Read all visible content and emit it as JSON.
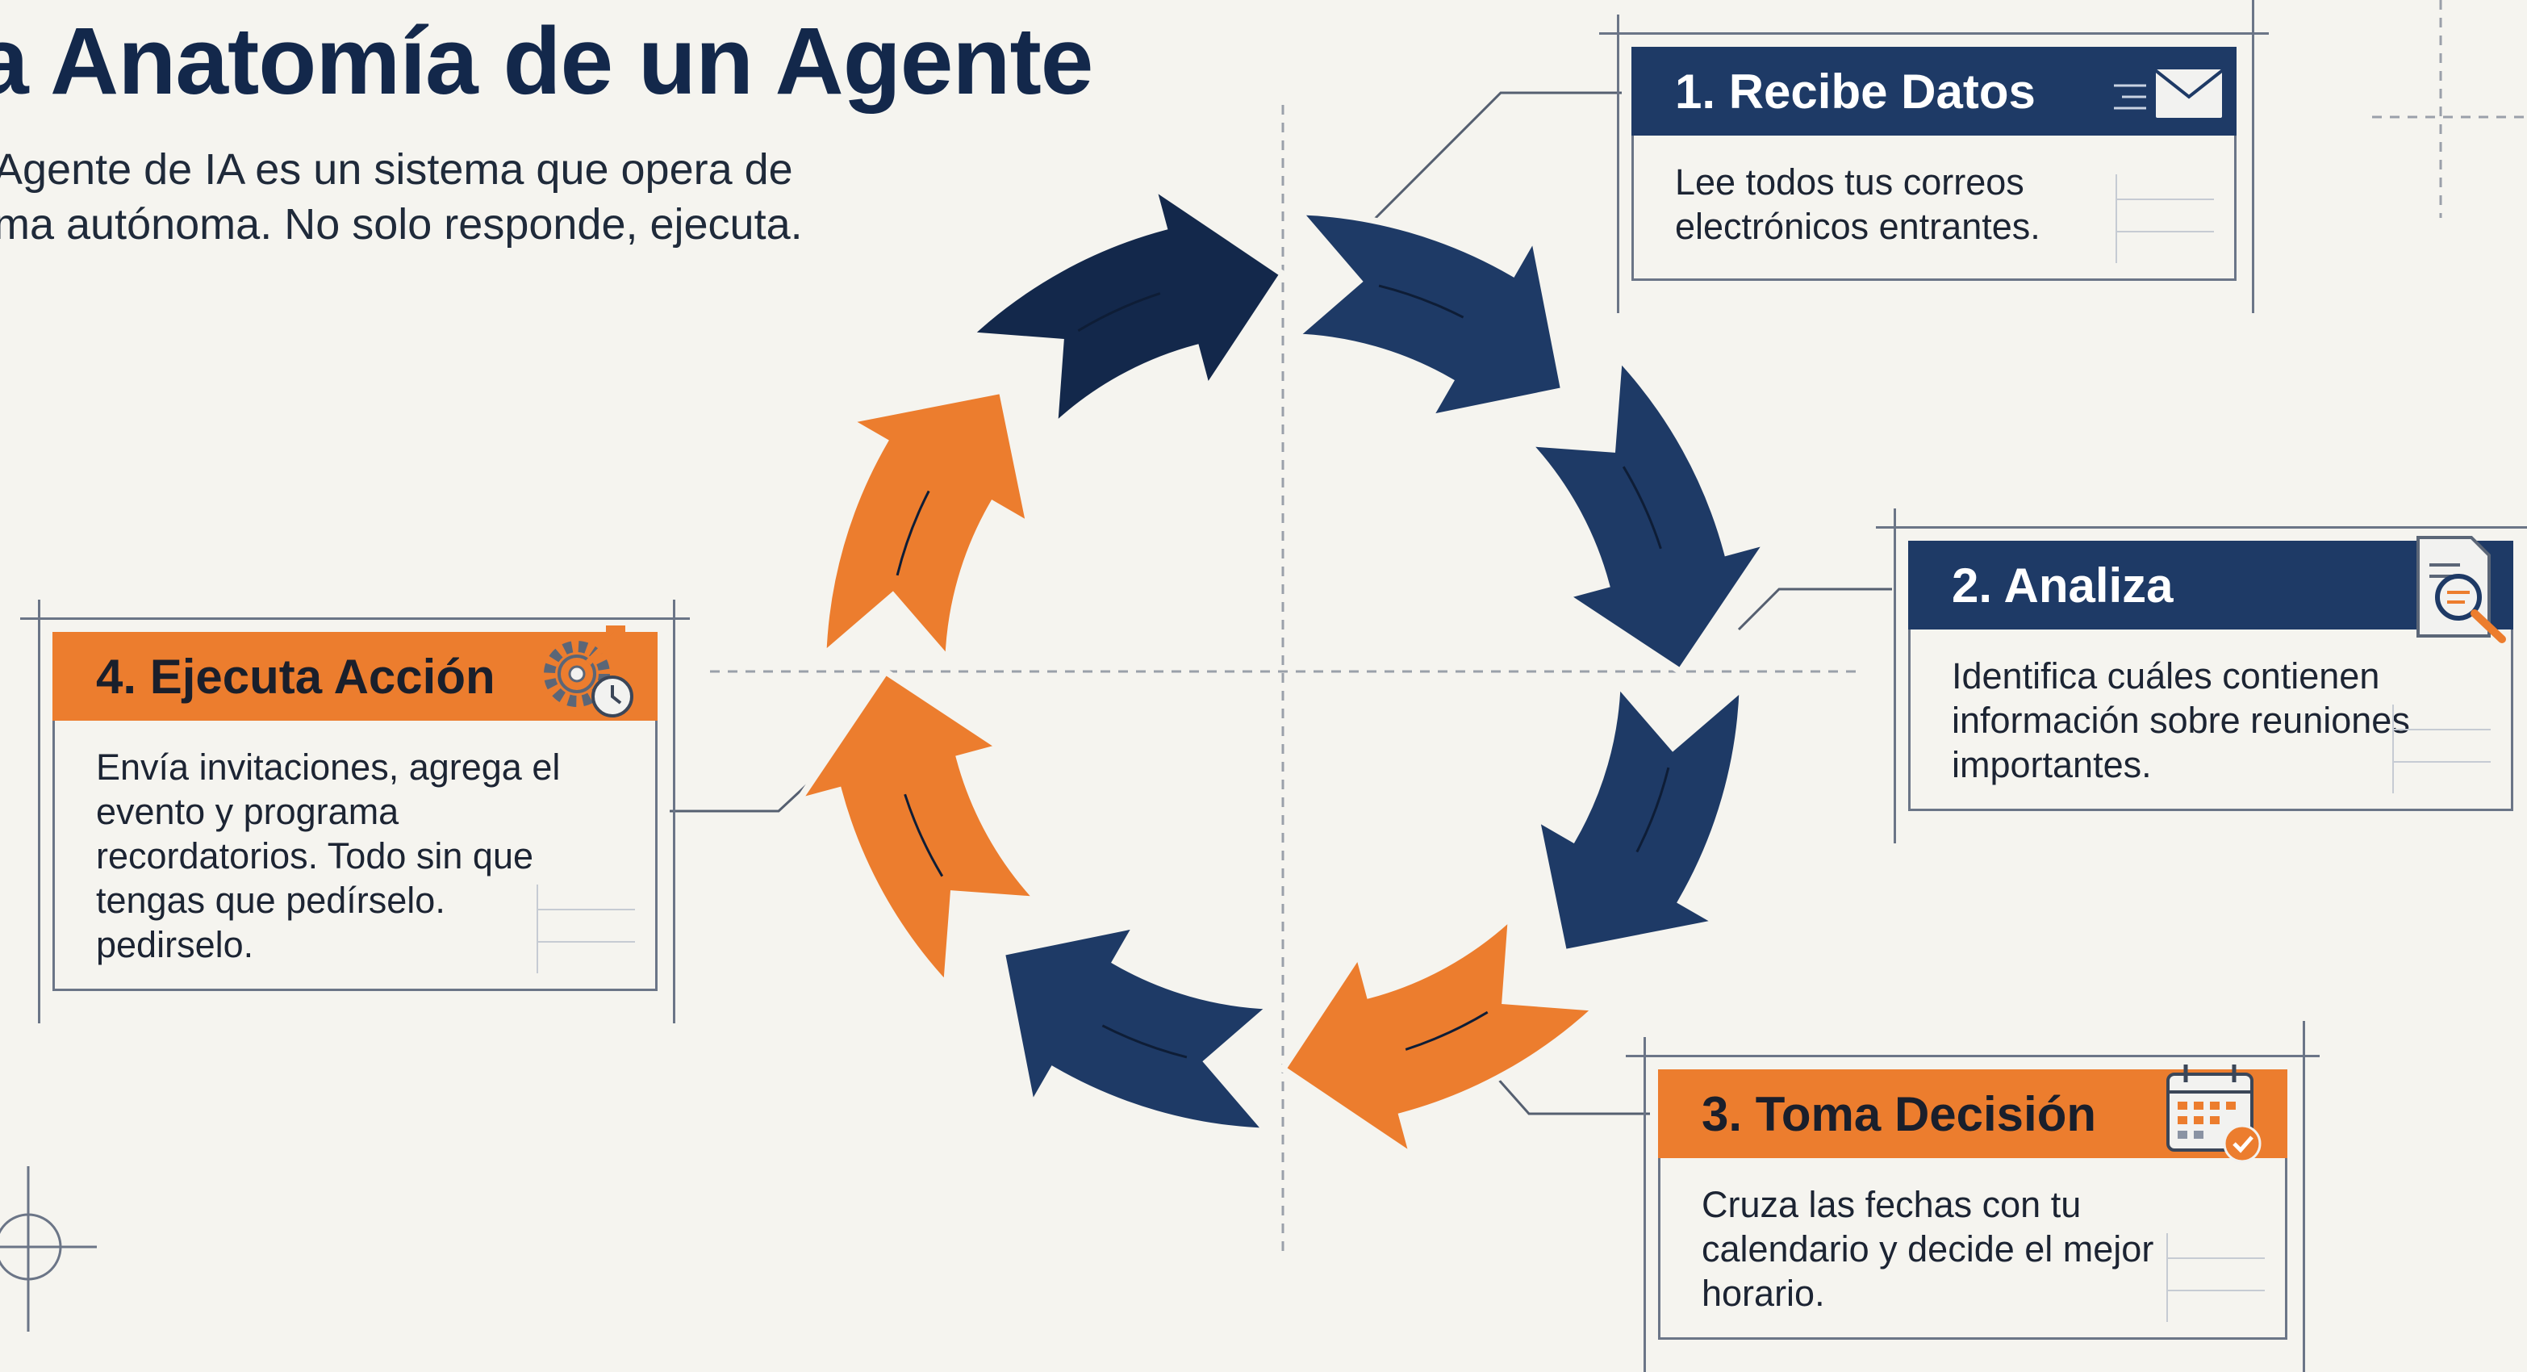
{
  "header": {
    "title": "a Anatomía de un Agente",
    "subtitle_lines": [
      "Agente de IA es un sistema que opera de",
      "ma autónoma. No solo responde, ejecuta."
    ]
  },
  "steps": [
    {
      "title": "1. Recibe Datos",
      "icon": "envelope-icon",
      "lines": [
        "Lee todos tus correos",
        "electrónicos entrantes."
      ]
    },
    {
      "title": "2. Analiza",
      "icon": "document-search-icon",
      "lines": [
        "Identifica cuáles contienen",
        "información sobre reuniones",
        "importantes."
      ]
    },
    {
      "title": "3. Toma Decisión",
      "icon": "calendar-check-icon",
      "lines": [
        "Cruza las fechas con tu",
        "calendario y decide el mejor",
        "horario."
      ]
    },
    {
      "title": "4. Ejecuta Acción",
      "icon": "gear-clock-icon",
      "lines": [
        "Envía invitaciones, agrega el",
        "evento y programa",
        "recordatorios. Todo sin que",
        "tengas que pedírselo.",
        "pedirselo."
      ]
    }
  ],
  "colors": {
    "navy": "#1e3a66",
    "navy_dark": "#13284b",
    "orange": "#ec7d2e",
    "background": "#f5f4ef"
  },
  "cycle_arrows": [
    "navy",
    "navy",
    "navy",
    "navy",
    "orange",
    "navy",
    "orange",
    "orange"
  ]
}
